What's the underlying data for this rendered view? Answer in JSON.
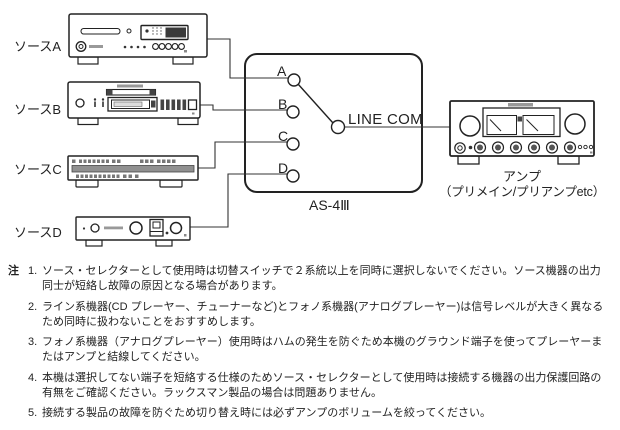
{
  "diagram": {
    "sources": [
      {
        "id": "A",
        "label": "ソースA",
        "device_type": "cd-player"
      },
      {
        "id": "B",
        "label": "ソースB",
        "device_type": "tape-deck"
      },
      {
        "id": "C",
        "label": "ソースC",
        "device_type": "tuner"
      },
      {
        "id": "D",
        "label": "ソースD",
        "device_type": "phono-unit"
      }
    ],
    "selector": {
      "terminals": [
        "A",
        "B",
        "C",
        "D"
      ],
      "output_label": "LINE COM",
      "model": "AS-4Ⅲ",
      "selected_terminal": "A"
    },
    "amp": {
      "label": "アンプ",
      "sublabel": "（プリメイン/プリアンプetc）"
    }
  },
  "notes": {
    "heading": "注",
    "items": [
      {
        "num": "1.",
        "text": "ソース・セレクターとして使用時は切替スイッチで２系統以上を同時に選択しないでください。ソース機器の出力同士が短絡し故障の原因となる場合があります。"
      },
      {
        "num": "2.",
        "text": "ライン系機器(CD プレーヤー、チューナーなど)とフォノ系機器(アナログプレーヤー)は信号レベルが大きく異なるため同時に扱わないことをおすすめします。"
      },
      {
        "num": "3.",
        "text": "フォノ系機器（アナログプレーヤー）使用時はハムの発生を防ぐため本機のグラウンド端子を使ってプレーヤーまたはアンプと結線してください。"
      },
      {
        "num": "4.",
        "text": "本機は選択してない端子を短絡する仕様のためソース・セレクターとして使用時は接続する機器の出力保護回路の有無をご確認ください。ラックスマン製品の場合は問題ありません。"
      },
      {
        "num": "5.",
        "text": "接続する製品の故障を防ぐため切り替え時には必ずアンプのボリュームを絞ってください。"
      }
    ]
  },
  "colors": {
    "line": "#222222",
    "text": "#222222",
    "display_fill": "#3a3a3a",
    "gray_fill": "#999999",
    "background": "#ffffff"
  }
}
